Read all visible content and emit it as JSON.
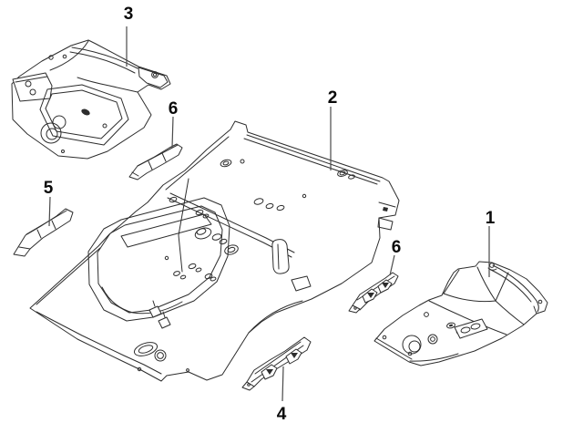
{
  "diagram": {
    "type": "exploded-parts-diagram",
    "background_color": "#ffffff",
    "line_color": "#2d2d2d",
    "label_color": "#0a0a0a",
    "callouts": [
      {
        "label": "3"
      },
      {
        "label": "6"
      },
      {
        "label": "2"
      },
      {
        "label": "5"
      },
      {
        "label": "6"
      },
      {
        "label": "1"
      },
      {
        "label": "4"
      }
    ]
  }
}
